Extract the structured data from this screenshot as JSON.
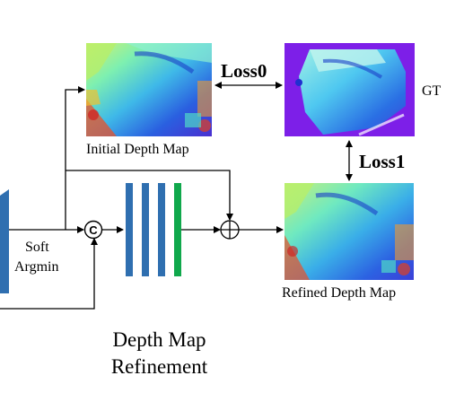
{
  "labels": {
    "initial_depth_map": "Initial Depth Map",
    "refined_depth_map": "Refined Depth Map",
    "gt": "GT",
    "loss0": "Loss0",
    "loss1": "Loss1",
    "soft": "Soft",
    "argmin": "Argmin",
    "concat_symbol": "C",
    "caption_line1": "Depth Map",
    "caption_line2": "Refinement"
  },
  "colors": {
    "encoder_block": "#2f6fb0",
    "bar_blue": "#2f6fb0",
    "bar_green": "#10a84c",
    "gt_background": "#7d1fe8",
    "arrow": "#000000"
  },
  "refinement_bars": [
    "blue",
    "blue",
    "blue",
    "green"
  ]
}
